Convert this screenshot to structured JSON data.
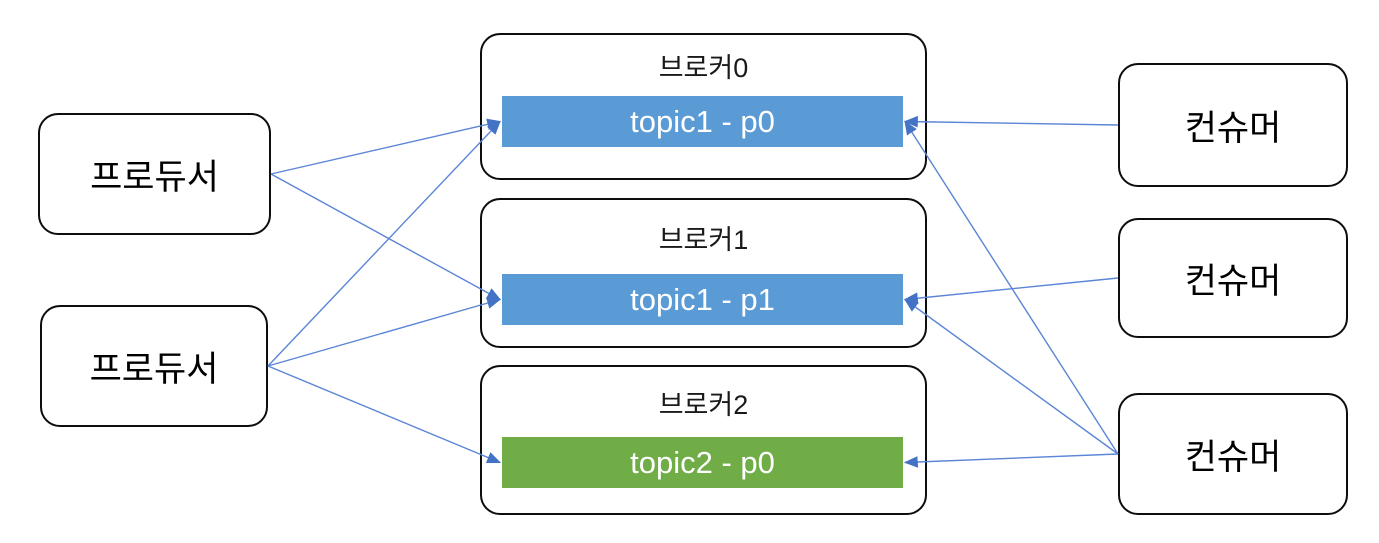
{
  "diagram": {
    "producers": [
      {
        "id": "producer-0",
        "label": "프로듀서"
      },
      {
        "id": "producer-1",
        "label": "프로듀서"
      }
    ],
    "brokers": [
      {
        "id": "broker-0",
        "title": "브로커0",
        "topic": {
          "id": "topic-0",
          "label": "topic1 - p0",
          "color": "#5B9BD5"
        }
      },
      {
        "id": "broker-1",
        "title": "브로커1",
        "topic": {
          "id": "topic-1",
          "label": "topic1 - p1",
          "color": "#5B9BD5"
        }
      },
      {
        "id": "broker-2",
        "title": "브로커2",
        "topic": {
          "id": "topic-2",
          "label": "topic2 - p0",
          "color": "#70AD47"
        }
      }
    ],
    "consumers": [
      {
        "id": "consumer-0",
        "label": "컨슈머"
      },
      {
        "id": "consumer-1",
        "label": "컨슈머"
      },
      {
        "id": "consumer-2",
        "label": "컨슈머"
      }
    ],
    "edges": [
      {
        "from": "producer-0",
        "to": "topic-0"
      },
      {
        "from": "producer-0",
        "to": "topic-1"
      },
      {
        "from": "producer-1",
        "to": "topic-0"
      },
      {
        "from": "producer-1",
        "to": "topic-1"
      },
      {
        "from": "producer-1",
        "to": "topic-2"
      },
      {
        "from": "consumer-0",
        "to": "topic-0"
      },
      {
        "from": "consumer-1",
        "to": "topic-1"
      },
      {
        "from": "consumer-2",
        "to": "topic-0"
      },
      {
        "from": "consumer-2",
        "to": "topic-1"
      },
      {
        "from": "consumer-2",
        "to": "topic-2"
      }
    ],
    "colors": {
      "connector_line": "#5B85D6",
      "arrowhead": "#4472C4",
      "box_border": "#0D0D0D",
      "topic_text": "#FFFFFF",
      "label_text": "#000000",
      "topic1_fill": "#5B9BD5",
      "topic2_fill": "#70AD47",
      "background": "#FFFFFF"
    }
  }
}
